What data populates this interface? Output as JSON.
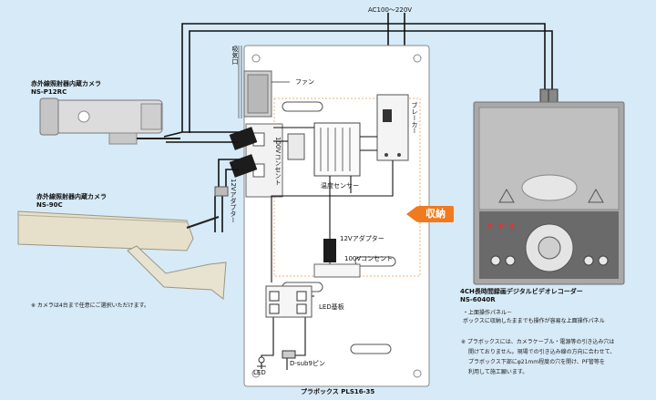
{
  "diagram": {
    "power_label": "AC100～220V",
    "breaker_label": "ブレーカー",
    "fan_label": "ファン",
    "intake_label": "吸気口",
    "outlet_label": "100Vコンセント",
    "adapter_vertical_label": "12Vアダプター",
    "temp_sensor_label": "温度センサー",
    "adapter_label": "12Vアダプター",
    "outlet_label_2": "100Vコンセント",
    "led_board_label": "LED基板",
    "dsub_label": "D-sub9ピン",
    "led_label": "LED",
    "box_label": "プラボックス PLS16-35",
    "storage_badge": "収納",
    "camera1": {
      "name": "赤外線照射器内蔵カメラ",
      "model": "NS-P12RC"
    },
    "camera2": {
      "name": "赤外線照射器内蔵カメラ",
      "model": "NS-90C"
    },
    "camera_note": "※ カメラは4台まで任意にご選択いただけます。",
    "recorder": {
      "name": "4CH長時間録画デジタルビデオレコーダー",
      "model": "NS-6040R"
    },
    "panel_note_1": "・上面操作パネル－",
    "panel_note_2": "ボックスに収納したままでも操作が容易な上面操作パネル",
    "box_note_1": "※ プラボックスには、カメラケーブル・電源等の引き込み穴は",
    "box_note_2": "開けておりません。現場での引き込み線の方向に合わせて、",
    "box_note_3": "プラボックス下部にφ21mm程度の穴を開け、PF管等を",
    "box_note_4": "利用して施工願います。"
  }
}
